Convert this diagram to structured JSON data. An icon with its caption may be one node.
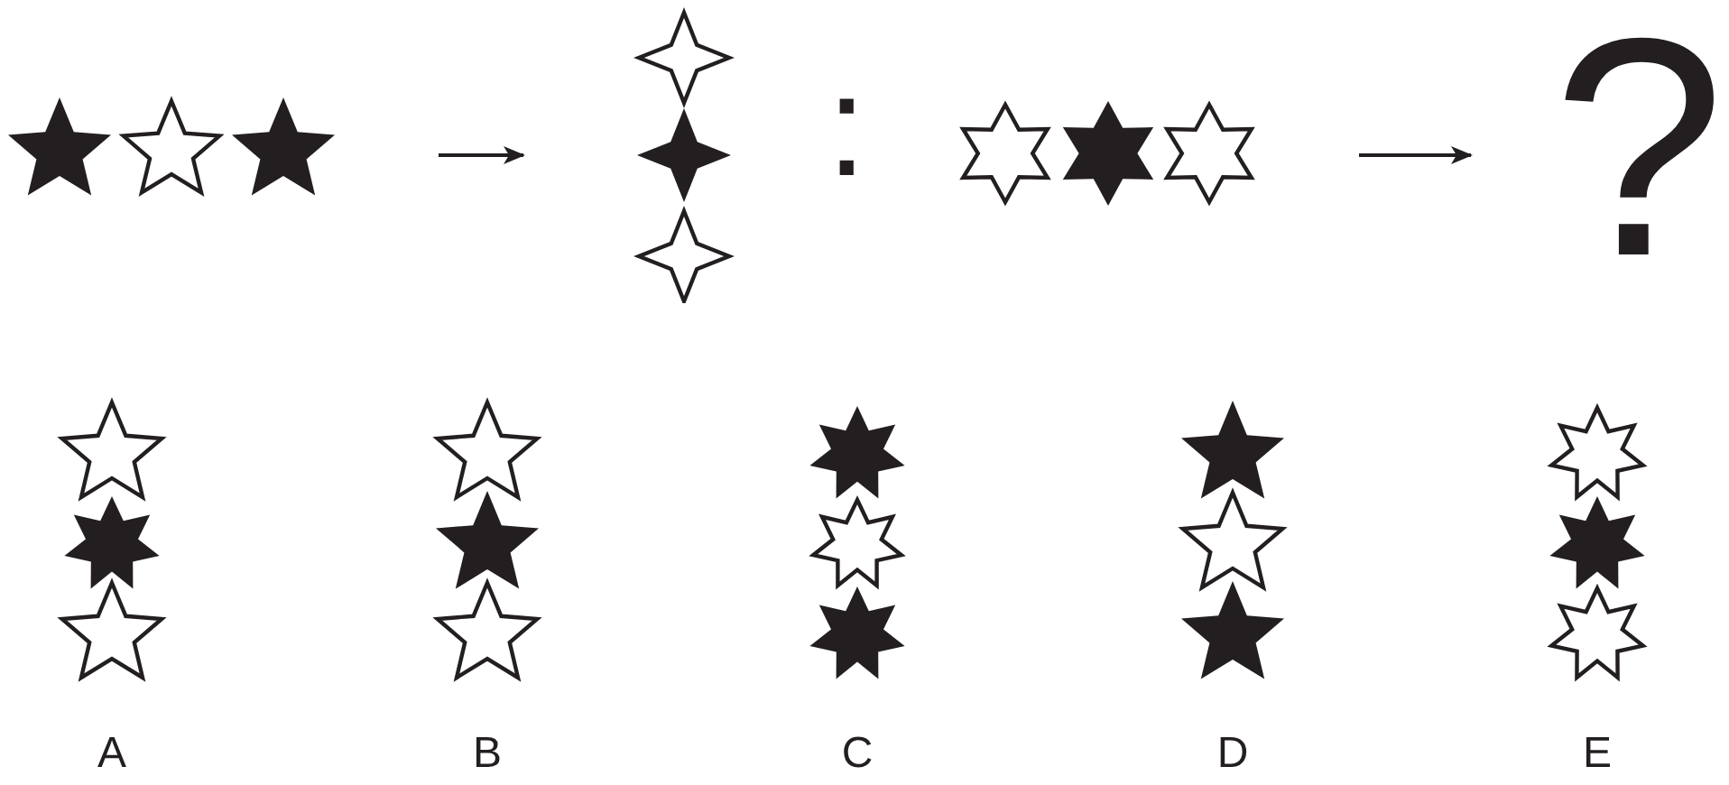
{
  "diagram": {
    "nodes": [
      {
        "text": [],
        "shape": "star"
      },
      {
        "text": [],
        "shape": "star"
      },
      {
        "text": [],
        "shape": "star"
      },
      {
        "text": [
          "?"
        ]
      }
    ],
    "edges": [
      {
        "from": 0,
        "to": 1,
        "arrow": "to"
      },
      {
        "from": 2,
        "to": 3,
        "arrow": "to"
      }
    ],
    "labels": [
      ":",
      "A",
      "B",
      "C",
      "D",
      "E"
    ]
  }
}
